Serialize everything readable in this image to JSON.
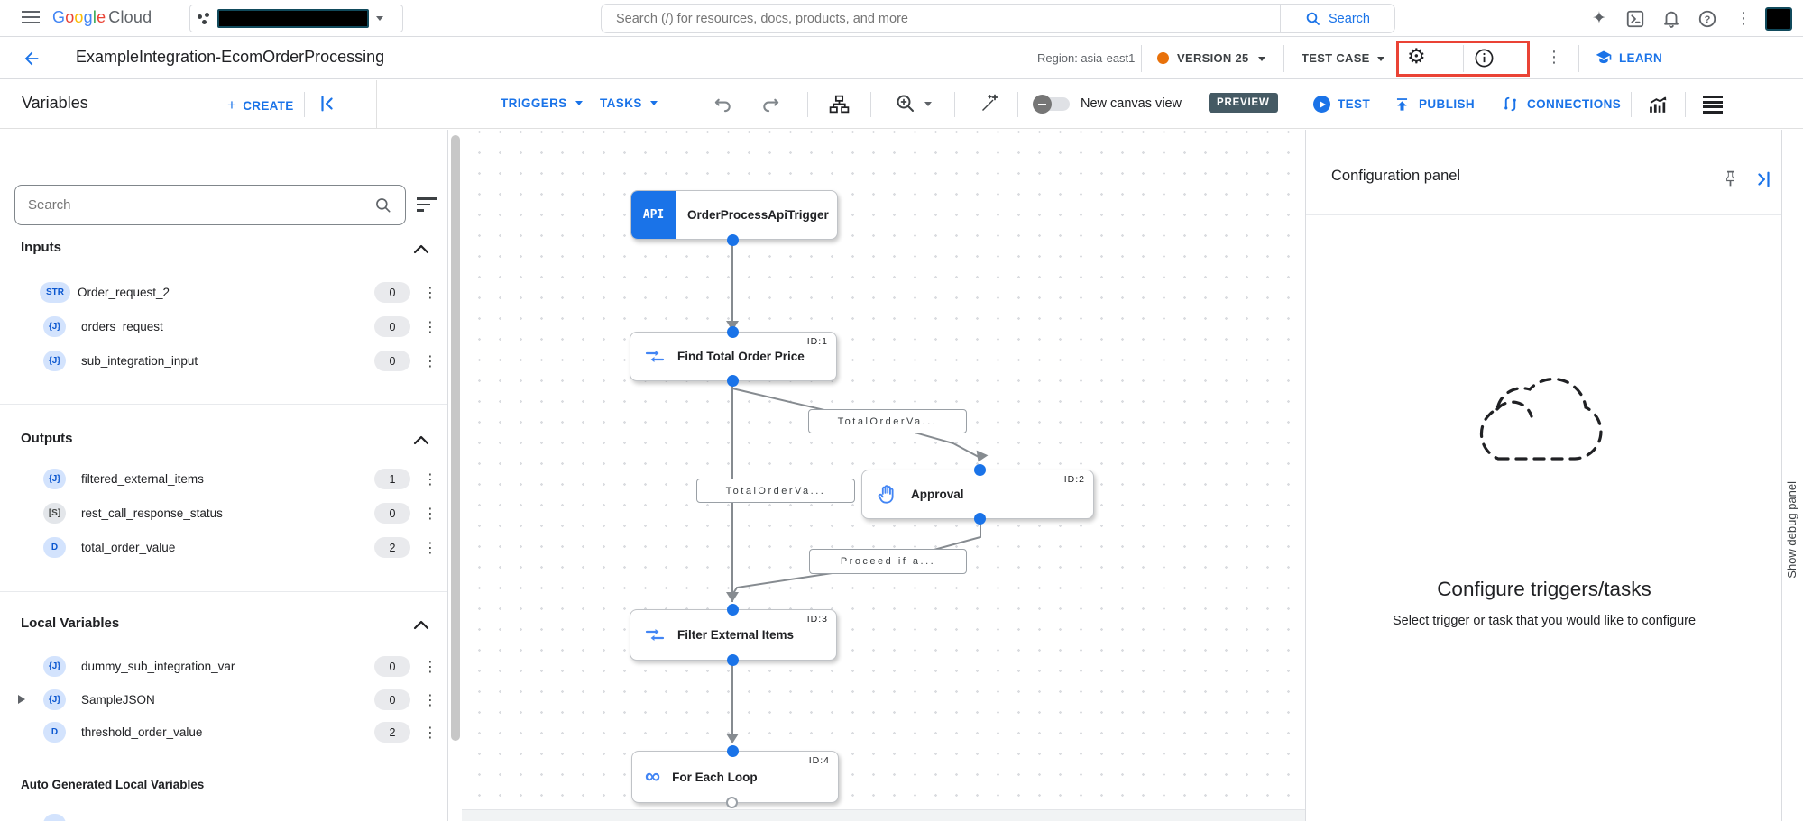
{
  "topbar": {
    "logo_google": "Google",
    "logo_cloud": "Cloud",
    "search_placeholder": "Search (/) for resources, docs, products, and more",
    "search_button_label": "Search"
  },
  "header": {
    "title": "ExampleIntegration-EcomOrderProcessing",
    "region": "Region: asia-east1",
    "version": "VERSION 25",
    "test_case": "TEST CASE",
    "learn": "LEARN"
  },
  "toolbar": {
    "panel_title": "Variables",
    "create": "CREATE",
    "triggers": "TRIGGERS",
    "tasks": "TASKS",
    "canvas_view": "New canvas view",
    "preview": "PREVIEW",
    "test": "TEST",
    "publish": "PUBLISH",
    "connections": "CONNECTIONS"
  },
  "sidebar": {
    "search_placeholder": "Search",
    "sections": [
      {
        "title": "Inputs",
        "items": [
          {
            "type": "STR",
            "name": "Order_request_2",
            "count": "0"
          },
          {
            "type": "{J}",
            "name": "orders_request",
            "count": "0"
          },
          {
            "type": "{J}",
            "name": "sub_integration_input",
            "count": "0"
          }
        ]
      },
      {
        "title": "Outputs",
        "items": [
          {
            "type": "{J}",
            "name": "filtered_external_items",
            "count": "1"
          },
          {
            "type": "[S]",
            "name": "rest_call_response_status",
            "count": "0"
          },
          {
            "type": "D",
            "name": "total_order_value",
            "count": "2"
          }
        ]
      },
      {
        "title": "Local Variables",
        "items": [
          {
            "type": "{J}",
            "name": "dummy_sub_integration_var",
            "count": "0"
          },
          {
            "type": "{J}",
            "name": "SampleJSON",
            "count": "0"
          },
          {
            "type": "D",
            "name": "threshold_order_value",
            "count": "2"
          }
        ]
      }
    ],
    "auto_generated_title": "Auto Generated Local Variables"
  },
  "canvas": {
    "nodes": [
      {
        "id": "",
        "label": "OrderProcessApiTrigger",
        "badge": "API"
      },
      {
        "id": "ID:1",
        "label": "Find Total Order Price"
      },
      {
        "id": "ID:2",
        "label": "Approval"
      },
      {
        "id": "ID:3",
        "label": "Filter External Items"
      },
      {
        "id": "ID:4",
        "label": "For Each Loop"
      }
    ],
    "edge_labels": [
      "TotalOrderVa...",
      "TotalOrderVa...",
      "Proceed if a..."
    ]
  },
  "config_panel": {
    "title": "Configuration panel",
    "empty_heading": "Configure triggers/tasks",
    "empty_subtext": "Select trigger or task that you would like to configure"
  },
  "debug_panel_label": "Show debug panel",
  "icons": {
    "infinity": "∞",
    "more_vertical": "⋮",
    "sparkle": "✦",
    "gear": "⚙"
  }
}
